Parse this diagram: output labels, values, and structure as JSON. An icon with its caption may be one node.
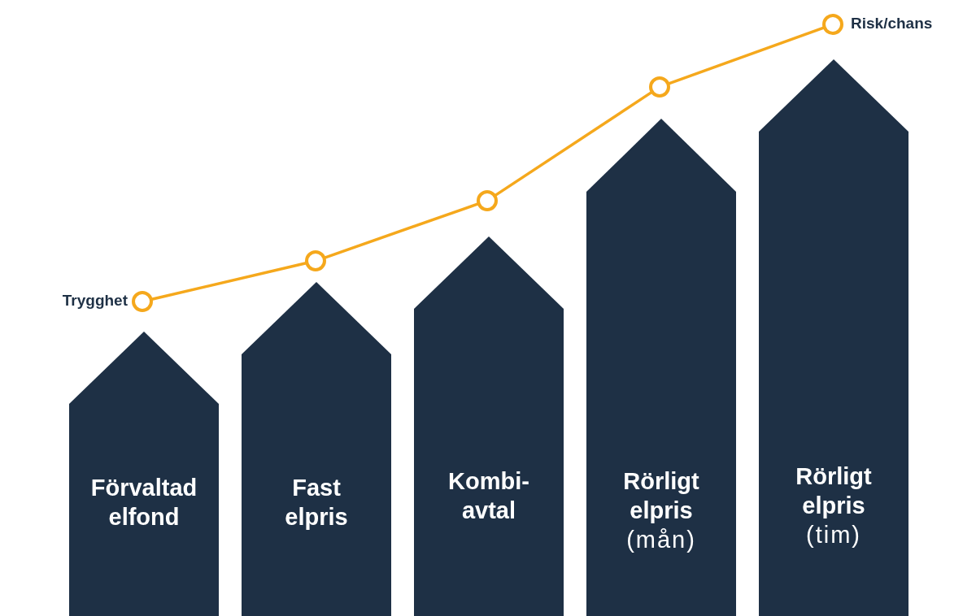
{
  "diagram": {
    "nodes": [
      {
        "text": [
          "Förvaltad elfond"
        ]
      },
      {
        "text": [
          "Fast elpris"
        ]
      },
      {
        "text": [
          "Kombi- avtal"
        ]
      },
      {
        "text": [
          "Rörligt elpris",
          "(mån)"
        ]
      },
      {
        "text": [
          "Rörligt elpris",
          "(tim)"
        ]
      },
      {
        "text": [],
        "shape": "circle",
        "beside": [
          "Trygghet"
        ]
      },
      {
        "text": [],
        "shape": "circle"
      },
      {
        "text": [],
        "shape": "circle"
      },
      {
        "text": [],
        "shape": "circle"
      },
      {
        "text": [],
        "shape": "circle",
        "beside": [
          "Risk/chans"
        ]
      }
    ],
    "edges": [
      {
        "from": 5,
        "to": 6,
        "arrow": "none"
      },
      {
        "from": 6,
        "to": 7,
        "arrow": "none"
      },
      {
        "from": 7,
        "to": 8,
        "arrow": "none"
      },
      {
        "from": 8,
        "to": 9,
        "arrow": "none"
      }
    ]
  }
}
